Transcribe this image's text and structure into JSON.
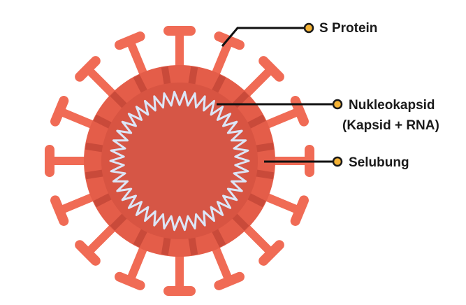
{
  "labels": {
    "s_protein": "S Protein",
    "nucleocapsid_line1": "Nukleokapsid",
    "nucleocapsid_line2": "(Kapsid + RNA)",
    "envelope": "Selubung"
  },
  "colors": {
    "spike": "#f06b55",
    "envelope_outer": "#e45d49",
    "envelope_band": "#d85442",
    "membrane_stripe": "#c94a3a",
    "core": "#d65646",
    "rna": "#dce6f7",
    "leader_line": "#111111",
    "marker_fill": "#f5b335",
    "marker_stroke": "#1a1a1a"
  }
}
